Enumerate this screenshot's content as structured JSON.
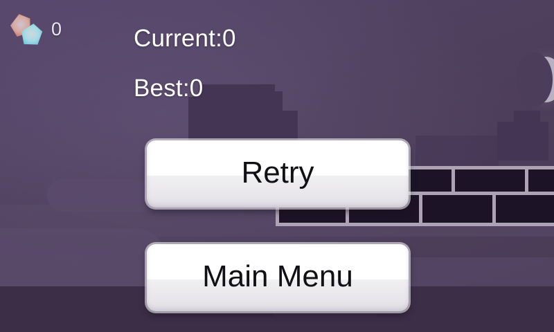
{
  "screen": {
    "name": "game-over-overlay",
    "background_color": "#4e3f5c",
    "ground_color": "#3d2e47",
    "brick_fill_color": "#1c1426",
    "brick_mortar_color": "#ada3b5"
  },
  "hud": {
    "gem_icon": "gem-pair-icon",
    "gem_colors": {
      "red": "#c8796c",
      "cyan": "#6cc3d8"
    },
    "gem_count": "0",
    "current_label": "Current:0",
    "best_label": "Best:0",
    "current_value": 0,
    "best_value": 0
  },
  "menu": {
    "retry_label": "Retry",
    "main_menu_label": "Main Menu"
  },
  "decor": {
    "moon": "crescent-moon",
    "clouds": 2,
    "brick_row_top_count": 4,
    "brick_row_bottom_count": 4
  }
}
